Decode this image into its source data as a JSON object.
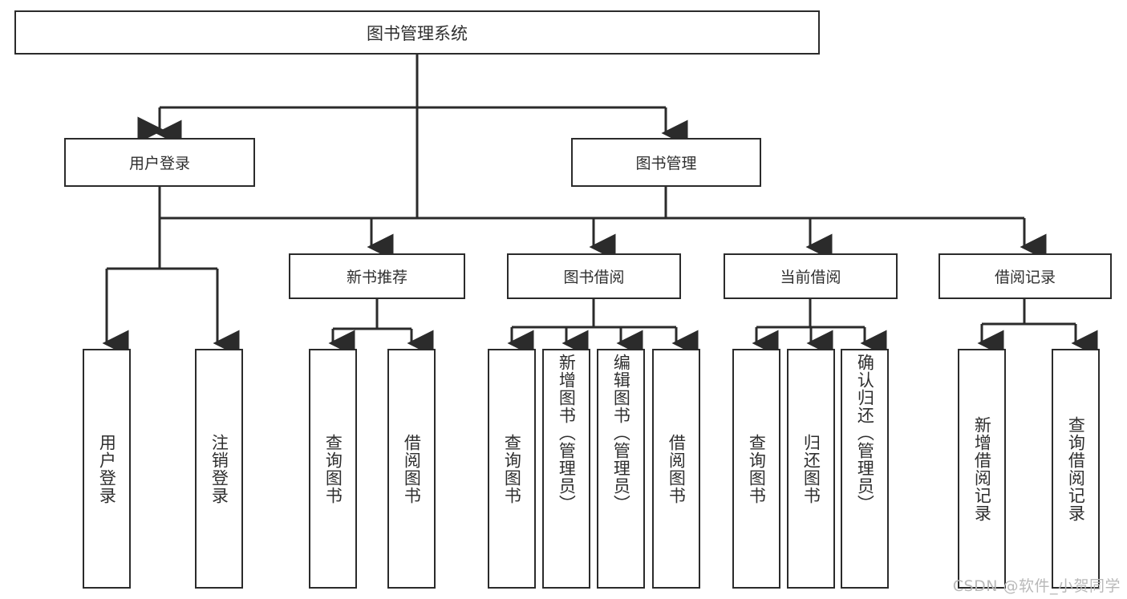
{
  "diagram": {
    "title": "图书管理系统",
    "type": "functional-structure-tree",
    "root": {
      "label": "图书管理系统"
    },
    "level2": [
      {
        "label": "用户登录"
      },
      {
        "label": "图书管理"
      }
    ],
    "level3": [
      {
        "label": "新书推荐"
      },
      {
        "label": "图书借阅"
      },
      {
        "label": "当前借阅"
      },
      {
        "label": "借阅记录"
      }
    ],
    "leaves": {
      "user_login": [
        {
          "label": "用户登录"
        },
        {
          "label": "注销登录"
        }
      ],
      "new_book_recommend": [
        {
          "label": "查询图书"
        },
        {
          "label": "借阅图书"
        }
      ],
      "book_borrow": [
        {
          "label": "查询图书"
        },
        {
          "label": "新增图书（管理员）"
        },
        {
          "label": "编辑图书（管理员）"
        },
        {
          "label": "借阅图书"
        }
      ],
      "current_borrow": [
        {
          "label": "查询图书"
        },
        {
          "label": "归还图书"
        },
        {
          "label": "确认归还（管理员）"
        }
      ],
      "borrow_record": [
        {
          "label": "新增借阅记录"
        },
        {
          "label": "查询借阅记录"
        }
      ]
    }
  },
  "watermark": {
    "text": "CSDN @软件_小贺同学"
  },
  "colors": {
    "border": "#2b2b2b",
    "text": "#2f2f2f",
    "background": "#ffffff",
    "watermark": "#b9b9b9"
  }
}
